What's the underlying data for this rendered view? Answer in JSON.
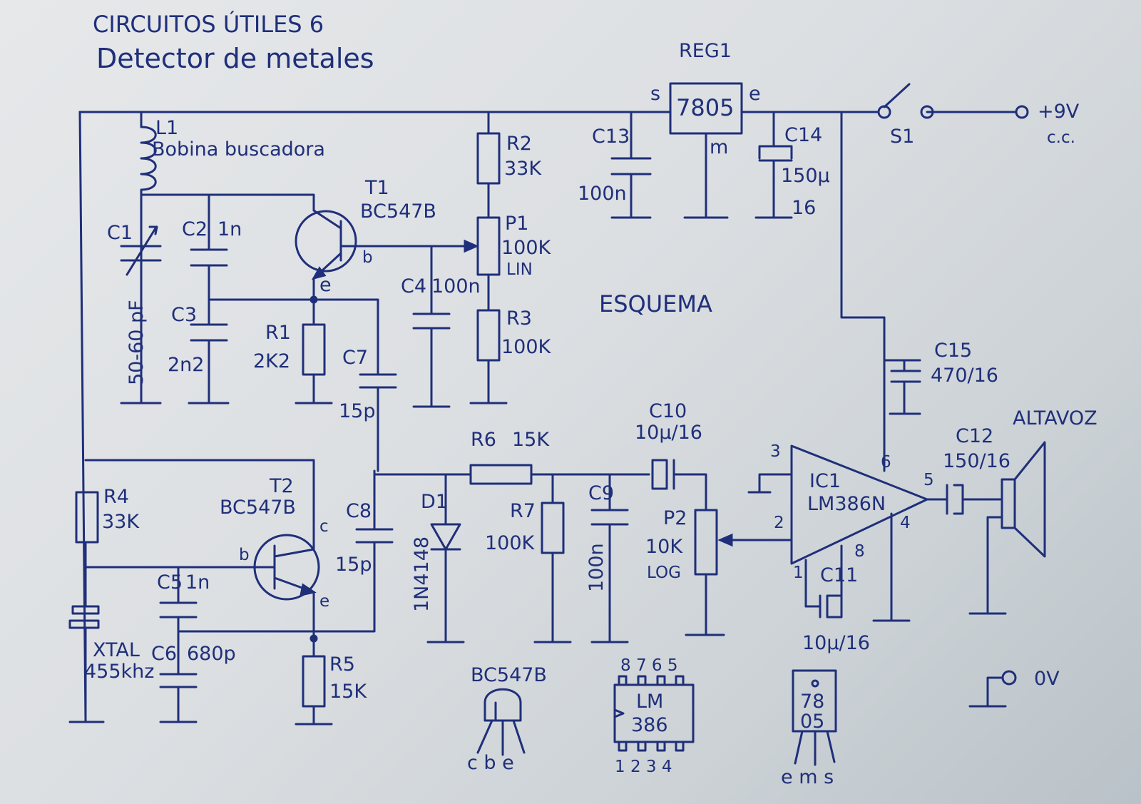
{
  "title_line1": "CIRCUITOS ÚTILES 6",
  "title_line2": "Detector de metales",
  "center_label": "ESQUEMA",
  "ink_color": "#1f2f7a",
  "reg1": {
    "ref": "REG1",
    "part": "7805",
    "pin_s": "s",
    "pin_e": "e",
    "pin_m": "m"
  },
  "s1": {
    "ref": "S1"
  },
  "supply": {
    "label": "+9V",
    "sub": "c.c.",
    "ground_label": "0V"
  },
  "l1": {
    "ref": "L1",
    "desc": "Bobina buscadora"
  },
  "t1": {
    "ref": "T1",
    "part": "BC547B",
    "pin_e": "e",
    "pin_b": "b"
  },
  "t2": {
    "ref": "T2",
    "part": "BC547B",
    "pin_b": "b",
    "pin_c": "c",
    "pin_e": "e"
  },
  "c1": {
    "ref": "C1",
    "value": "50-60 pF"
  },
  "c2": {
    "ref": "C2",
    "value": "1n"
  },
  "c3": {
    "ref": "C3",
    "value": "2n2"
  },
  "c4": {
    "ref": "C4",
    "value": "100n"
  },
  "c5": {
    "ref": "C5",
    "value": "1n"
  },
  "c6": {
    "ref": "C6",
    "value": "680p"
  },
  "c7": {
    "ref": "C7",
    "value": "15p"
  },
  "c8": {
    "ref": "C8",
    "value": "15p"
  },
  "c9": {
    "ref": "C9",
    "value": "100n"
  },
  "c10": {
    "ref": "C10",
    "value": "10µ/16"
  },
  "c11": {
    "ref": "C11",
    "value": "10µ/16"
  },
  "c12": {
    "ref": "C12",
    "value": "150/16"
  },
  "c13": {
    "ref": "C13",
    "value": "100n"
  },
  "c14": {
    "ref": "C14",
    "value": "150µ",
    "value2": "16"
  },
  "c15": {
    "ref": "C15",
    "value": "470/16"
  },
  "r1": {
    "ref": "R1",
    "value": "2K2"
  },
  "r2": {
    "ref": "R2",
    "value": "33K"
  },
  "r3": {
    "ref": "R3",
    "value": "100K"
  },
  "r4": {
    "ref": "R4",
    "value": "33K"
  },
  "r5": {
    "ref": "R5",
    "value": "15K"
  },
  "r6": {
    "ref": "R6",
    "value": "15K"
  },
  "r7": {
    "ref": "R7",
    "value": "100K"
  },
  "p1": {
    "ref": "P1",
    "value": "100K",
    "type": "LIN"
  },
  "p2": {
    "ref": "P2",
    "value": "10K",
    "type": "LOG"
  },
  "d1": {
    "ref": "D1",
    "part": "1N4148"
  },
  "xtal": {
    "ref": "XTAL",
    "value": "455khz"
  },
  "ic1": {
    "ref": "IC1",
    "part": "LM386N",
    "pin1": "1",
    "pin2": "2",
    "pin3": "3",
    "pin4": "4",
    "pin5": "5",
    "pin6": "6",
    "pin8": "8"
  },
  "speaker": {
    "label": "ALTAVOZ"
  },
  "pinout_bc547b": {
    "label": "BC547B",
    "pins": "c b e"
  },
  "pinout_lm386": {
    "line1": "LM",
    "line2": "386",
    "top_pins": "8 7 6 5",
    "bottom_pins": "1 2 3 4"
  },
  "pinout_7805": {
    "line1": "78",
    "line2": "05",
    "pins": "e m s"
  }
}
